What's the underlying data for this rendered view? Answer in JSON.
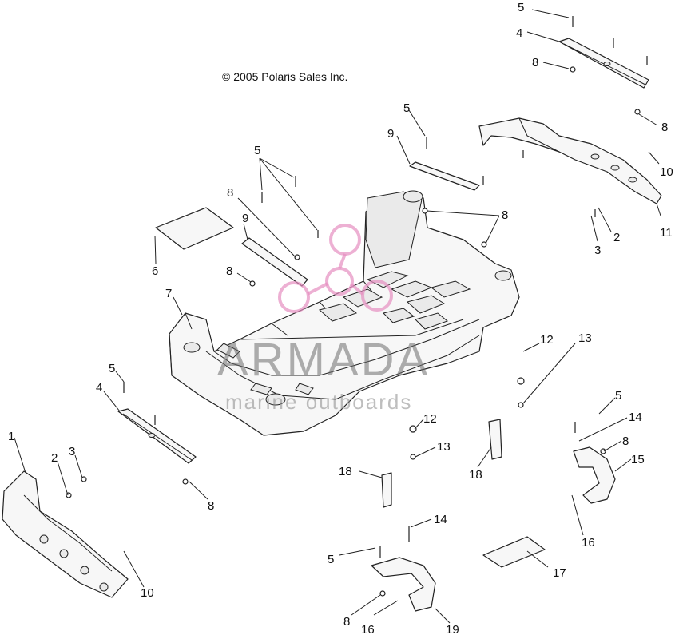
{
  "copyright": "© 2005 Polaris Sales Inc.",
  "watermark": {
    "title": "ARMADA",
    "subtitle": "marine outboards",
    "logo_color": "#e58fc0"
  },
  "callouts": {
    "c1": "1",
    "c2a": "2",
    "c2b": "2",
    "c3a": "3",
    "c3b": "3",
    "c4a": "4",
    "c4b": "4",
    "c5a": "5",
    "c5b": "5",
    "c5c": "5",
    "c5d": "5",
    "c5e": "5",
    "c5f": "5",
    "c6": "6",
    "c7": "7",
    "c8a": "8",
    "c8b": "8",
    "c8c": "8",
    "c8d": "8",
    "c8e": "8",
    "c8f": "8",
    "c8g": "8",
    "c8h": "8",
    "c9a": "9",
    "c9b": "9",
    "c10a": "10",
    "c10b": "10",
    "c11": "11",
    "c12a": "12",
    "c12b": "12",
    "c13a": "13",
    "c13b": "13",
    "c14a": "14",
    "c14b": "14",
    "c15": "15",
    "c16a": "16",
    "c16b": "16",
    "c17": "17",
    "c18a": "18",
    "c18b": "18",
    "c19": "19"
  }
}
